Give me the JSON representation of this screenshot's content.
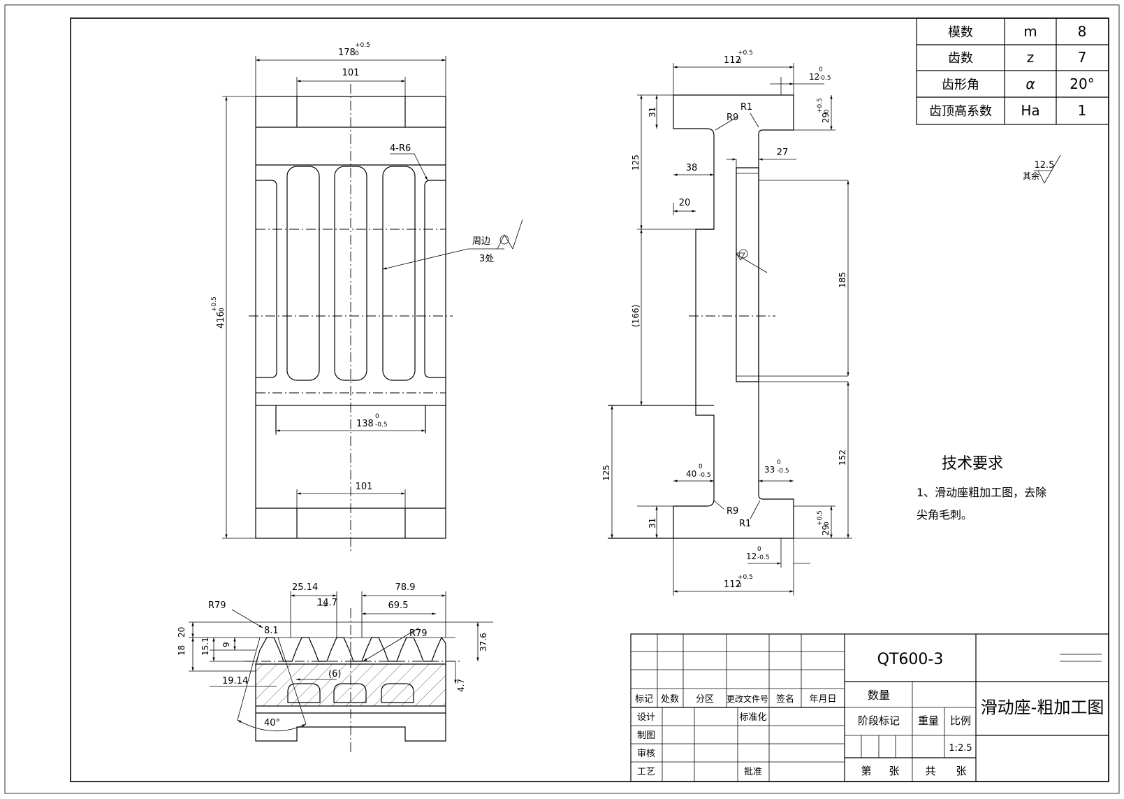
{
  "params": [
    {
      "name": "模数",
      "symbol": "m",
      "value": "8"
    },
    {
      "name": "齿数",
      "symbol": "z",
      "value": "7"
    },
    {
      "name": "齿形角",
      "symbol": "α",
      "value": "20°"
    },
    {
      "name": "齿顶高系数",
      "symbol": "Ha",
      "value": "1"
    }
  ],
  "roughness": {
    "value": "12.5",
    "prefix": "其余"
  },
  "tech": {
    "title": "技术要求",
    "line1": "1、滑动座粗加工图，去除",
    "line2": "尖角毛刺。"
  },
  "title_block": {
    "material": "QT600-3",
    "drawing_name": "滑动座-粗加工图",
    "h_mark": "标记",
    "h_count": "处数",
    "h_zone": "分区",
    "h_docno": "更改文件号",
    "h_sign": "签名",
    "h_date": "年月日",
    "design": "设计",
    "standard": "标准化",
    "drawn": "制图",
    "review": "审核",
    "process": "工艺",
    "approve": "批准",
    "qty": "数量",
    "stage": "阶段标记",
    "weight": "重量",
    "scale_label": "比例",
    "scale": "1:2.5",
    "sheet": "第",
    "sheet_unit": "张",
    "total": "共",
    "total_unit": "张"
  },
  "front_dims": {
    "w178": "178",
    "w178_tol": "+0.5",
    "w178_tol2": "0",
    "w101_top": "101",
    "w101_bot": "101",
    "w138": "138",
    "w138_tol": "0",
    "w138_tol2": "-0.5",
    "h416": "416",
    "h416_tol": "+0.5",
    "h416_tol2": "0",
    "r6": "4-R6",
    "weld": "周边",
    "weld_count": "3处"
  },
  "side_dims": {
    "w112": "112",
    "w112_tol": "+0.5",
    "w112_tol2": "0",
    "w12": "12",
    "w12_tol": "0",
    "w12_tol2": "-0.5",
    "h29": "29",
    "h29_tol": "+0.5",
    "h29_tol2": "0",
    "r9": "R9",
    "r1": "R1",
    "d31": "31",
    "d125": "125",
    "d38": "38",
    "d27": "27",
    "d20": "20",
    "d166": "(166)",
    "d185": "185",
    "d152": "152",
    "d40": "40",
    "d40_tol": "0",
    "d40_tol2": "-0.5",
    "d33": "33",
    "d33_tol": "0",
    "d33_tol2": "-0.5"
  },
  "rack_dims": {
    "r79a": "R79",
    "r79b": "R79",
    "d25": "25.14",
    "d14": "14.7",
    "d78": "78.9",
    "d69": "69.5",
    "d8": "8.1",
    "d20": "20",
    "d18": "18",
    "d15": "15.1",
    "d9": "9",
    "d19": "19.14",
    "d6": "(6)",
    "d37": "37.6",
    "d47": "4.7",
    "a40": "40°"
  }
}
